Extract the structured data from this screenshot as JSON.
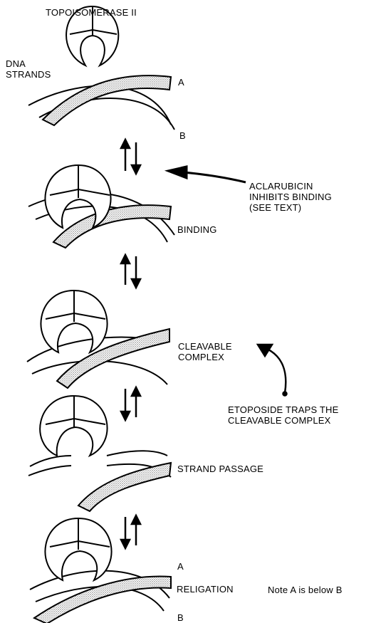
{
  "title": "TOPOISOMERASE II",
  "dna_label": "DNA\nSTRANDS",
  "strand_a": "A",
  "strand_b": "B",
  "steps": {
    "binding": "BINDING",
    "cleavable": "CLEAVABLE\nCOMPLEX",
    "passage": "STRAND PASSAGE",
    "religation": "RELIGATION"
  },
  "annotations": {
    "aclarubicin": "ACLARUBICIN\nINHIBITS BINDING\n(SEE TEXT)",
    "etoposide": "ETOPOSIDE TRAPS THE\nCLEAVABLE COMPLEX",
    "note": "Note A is below B"
  },
  "colors": {
    "ink": "#000000",
    "stipple": "#7a7a7a"
  }
}
